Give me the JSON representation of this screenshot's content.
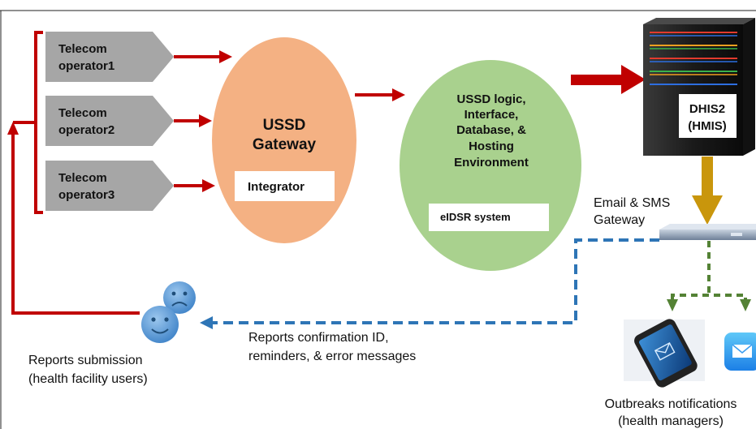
{
  "telecom_operators": [
    {
      "line1": "Telecom",
      "line2": "operator1"
    },
    {
      "line1": "Telecom",
      "line2": "operator2"
    },
    {
      "line1": "Telecom",
      "line2": "operator3"
    }
  ],
  "ussd_gateway": {
    "line1": "USSD",
    "line2": "Gateway",
    "box_label": "Integrator"
  },
  "eidsr": {
    "lines": [
      "USSD logic,",
      "Interface,",
      "Database, &",
      "Hosting",
      "Environment"
    ],
    "box_label": "eIDSR system"
  },
  "dhis2": {
    "line1": "DHIS2",
    "line2": "(HMIS)"
  },
  "email_sms_gateway": {
    "line1": "Email & SMS",
    "line2": "Gateway"
  },
  "reports_feedback": {
    "line1": "Reports confirmation ID,",
    "line2": "reminders, & error messages"
  },
  "reports_submission": {
    "line1": "Reports submission",
    "line2": "(health facility users)"
  },
  "outbreaks": {
    "line1": "Outbreaks notifications",
    "line2": "(health managers)"
  },
  "colors": {
    "red_arrow": "#c00000",
    "chevron_fill": "#a6a6a6",
    "gateway_fill": "#f4b183",
    "eidsr_fill": "#a9d18e",
    "gold_arrow": "#c9960c",
    "dashed_blue": "#2e75b6",
    "dashed_green": "#548235",
    "user_blue": "#5b9bd5"
  },
  "icons": [
    "server-icon",
    "network-switch-icon",
    "smartphone-icon",
    "mail-icon",
    "users-icon"
  ]
}
